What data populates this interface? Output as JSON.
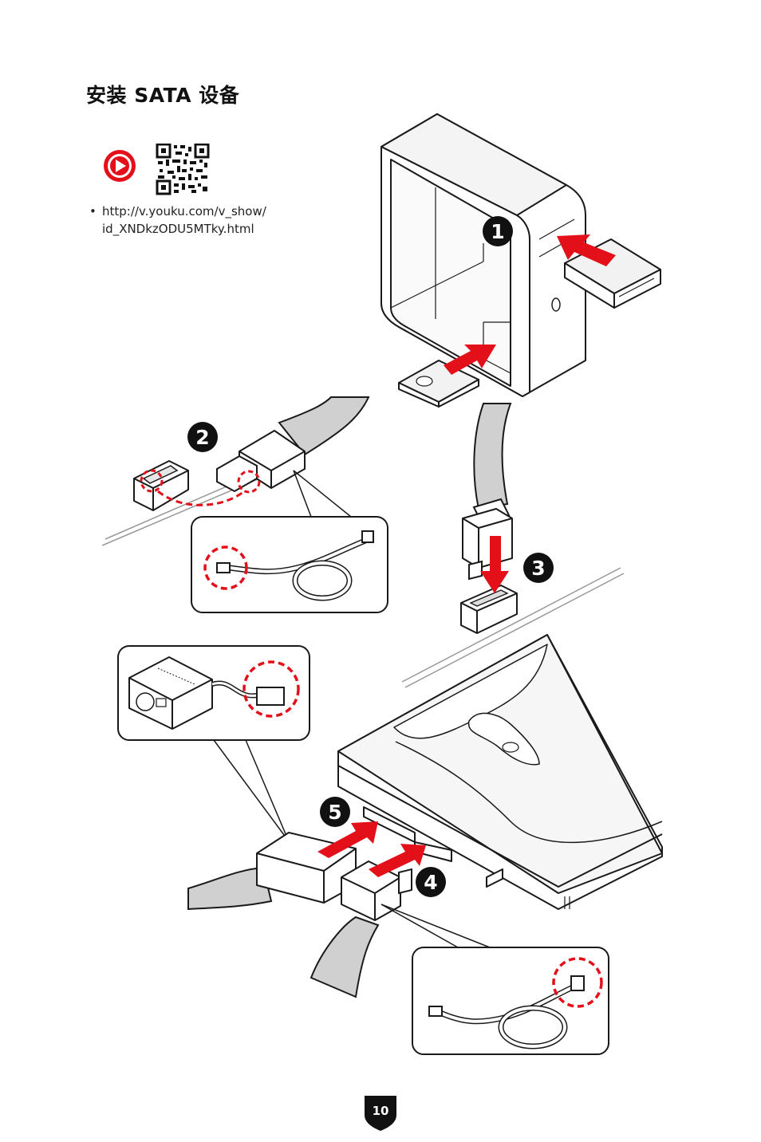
{
  "page": {
    "title": "安装 SATA 设备",
    "video_url_lines": [
      "http://v.youku.com/v_show/",
      "id_XNDkzODU5MTky.html"
    ],
    "page_number": "10"
  },
  "steps": [
    "1",
    "2",
    "3",
    "4",
    "5"
  ],
  "icons": {
    "play": "play-icon",
    "qr": "qr-code-icon"
  },
  "colors": {
    "accent_red": "#e3101a",
    "outline": "#1a1a1a",
    "cable_gray": "#c8c8c8",
    "badge": "#111111"
  }
}
